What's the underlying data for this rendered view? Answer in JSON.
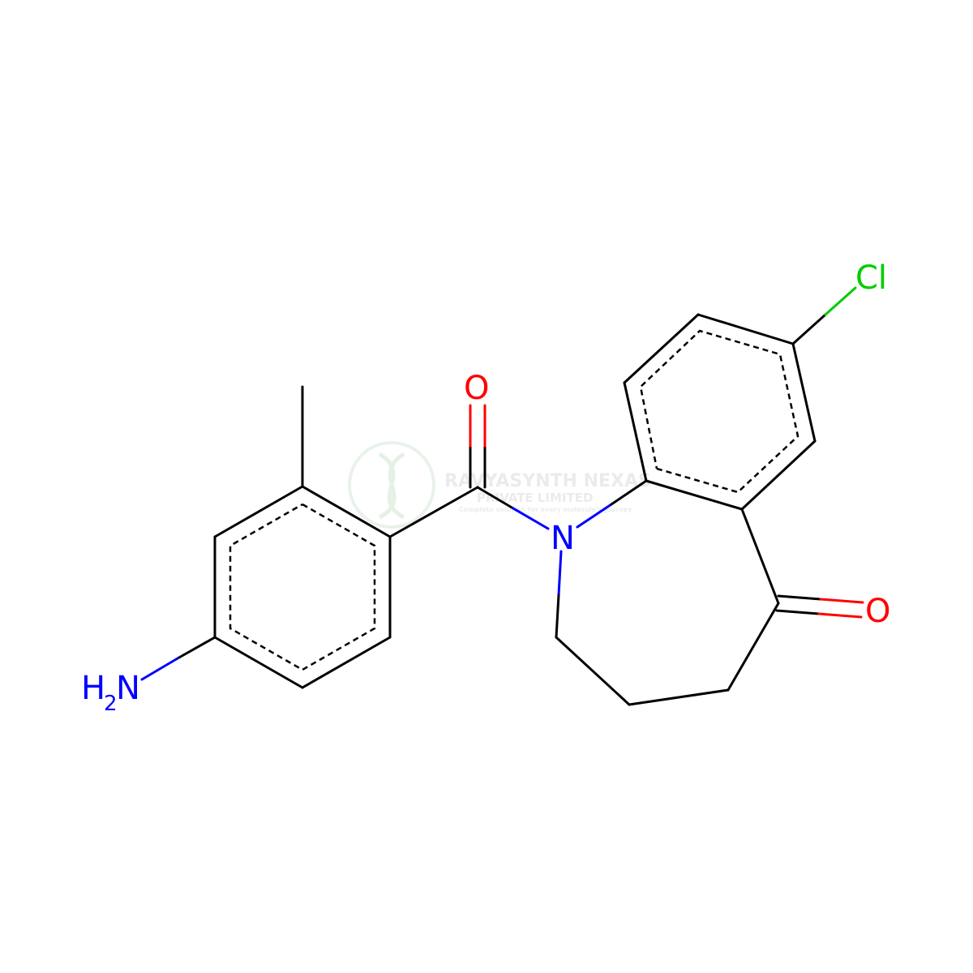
{
  "molecule": {
    "atoms": {
      "cl": "Cl",
      "o_amide": "O",
      "o_ketone": "O",
      "n_ring": "N",
      "nh2_h": "H",
      "nh2_sub": "2",
      "nh2_n": "N"
    },
    "colors": {
      "bond": "#000000",
      "nitrogen": "#0000ff",
      "oxygen": "#ff0000",
      "chlorine": "#00cc00"
    }
  },
  "watermark": {
    "line1": "RAVYASYNTH NEXAS",
    "line2": "PRIVATE LIMITED",
    "tagline": "Complete solution for every molecule's journey"
  }
}
